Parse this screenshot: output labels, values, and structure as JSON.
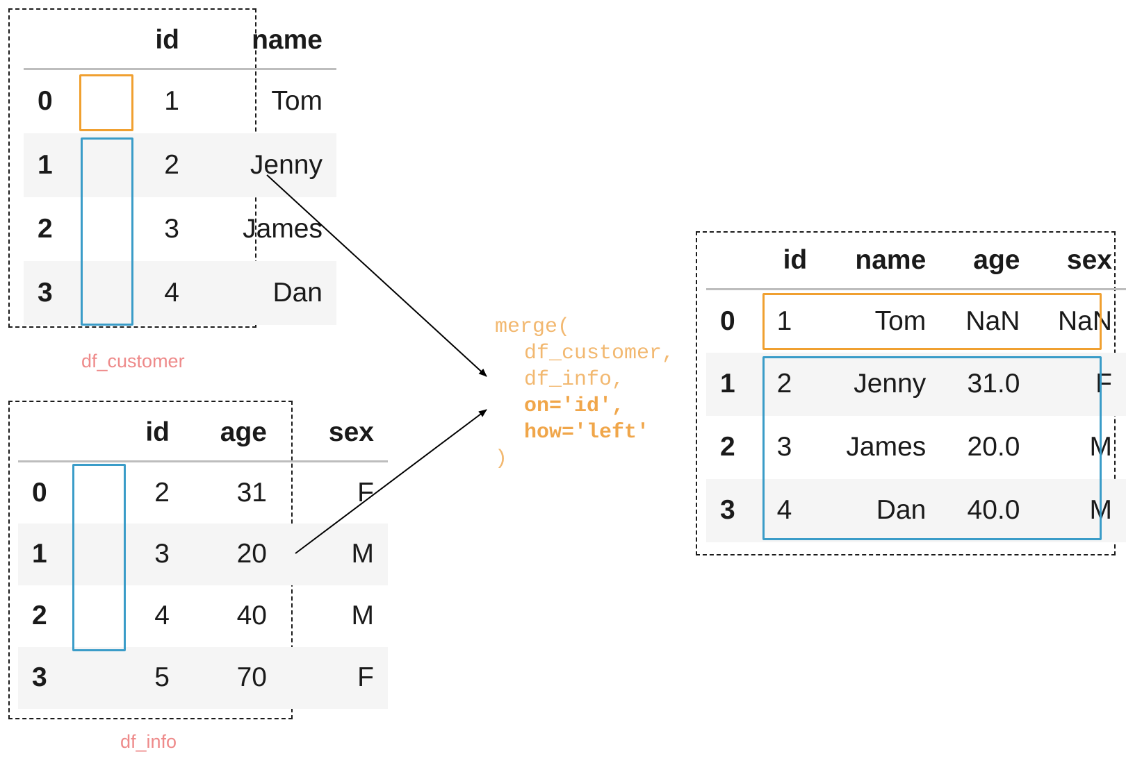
{
  "df_customer": {
    "caption": "df_customer",
    "columns": [
      "id",
      "name"
    ],
    "rows": [
      {
        "index": "0",
        "id": "1",
        "name": "Tom"
      },
      {
        "index": "1",
        "id": "2",
        "name": "Jenny"
      },
      {
        "index": "2",
        "id": "3",
        "name": "James"
      },
      {
        "index": "3",
        "id": "4",
        "name": "Dan"
      }
    ]
  },
  "df_info": {
    "caption": "df_info",
    "columns": [
      "id",
      "age",
      "sex"
    ],
    "rows": [
      {
        "index": "0",
        "id": "2",
        "age": "31",
        "sex": "F"
      },
      {
        "index": "1",
        "id": "3",
        "age": "20",
        "sex": "M"
      },
      {
        "index": "2",
        "id": "4",
        "age": "40",
        "sex": "M"
      },
      {
        "index": "3",
        "id": "5",
        "age": "70",
        "sex": "F"
      }
    ]
  },
  "result": {
    "columns": [
      "id",
      "name",
      "age",
      "sex"
    ],
    "rows": [
      {
        "index": "0",
        "id": "1",
        "name": "Tom",
        "age": "NaN",
        "sex": "NaN"
      },
      {
        "index": "1",
        "id": "2",
        "name": "Jenny",
        "age": "31.0",
        "sex": "F"
      },
      {
        "index": "2",
        "id": "3",
        "name": "James",
        "age": "20.0",
        "sex": "M"
      },
      {
        "index": "3",
        "id": "4",
        "name": "Dan",
        "age": "40.0",
        "sex": "M"
      }
    ]
  },
  "code": {
    "line1": "merge(",
    "line2": "df_customer,",
    "line3": "df_info,",
    "line4": "on='id',",
    "line5": "how='left'",
    "line6": ")"
  },
  "colors": {
    "unmatched_highlight": "#f0a030",
    "matched_highlight": "#3a9cc8",
    "caption": "#ee8a8a",
    "code": "#f2b870"
  }
}
